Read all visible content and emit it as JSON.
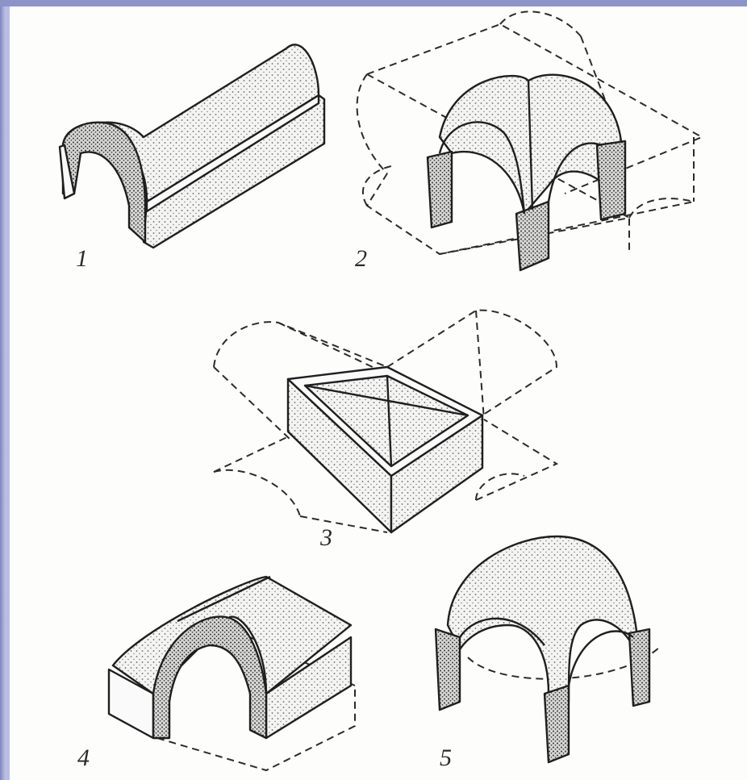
{
  "figures": [
    {
      "id": "1",
      "label": "1"
    },
    {
      "id": "2",
      "label": "2"
    },
    {
      "id": "3",
      "label": "3"
    },
    {
      "id": "4",
      "label": "4"
    },
    {
      "id": "5",
      "label": "5"
    }
  ],
  "colors": {
    "slide_border": "#8c93c8",
    "paper": "#fdfdfc",
    "ink": "#1f1f1f",
    "stipple": "#555555"
  }
}
